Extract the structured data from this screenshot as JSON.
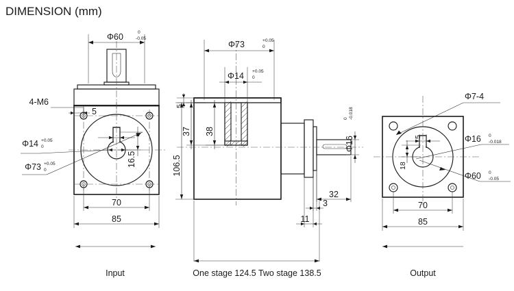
{
  "page": {
    "title": "DIMENSION (mm)",
    "background": "#ffffff",
    "line_color": "#1a1a1a"
  },
  "views": {
    "input": {
      "caption": "Input",
      "labels": {
        "shaft_dia": "Φ60",
        "shaft_dia_tol_up": "0",
        "shaft_dia_tol_low": "-0.05",
        "bolts": "4-M6",
        "edge": "5",
        "bore": "Φ14",
        "bore_tol_up": "+0.05",
        "bore_tol_low": "0",
        "pilot": "Φ73",
        "pilot_tol_up": "+0.05",
        "pilot_tol_low": "0",
        "key_height": "16.5",
        "pcd": "70",
        "square": "85"
      }
    },
    "section": {
      "caption": "One stage 124.5 Two stage 138.5",
      "labels": {
        "pilot": "Φ73",
        "pilot_tol_up": "+0.05",
        "pilot_tol_low": "0",
        "bore": "Φ14",
        "bore_tol_up": "+0.05",
        "bore_tol_low": "0",
        "flange_thk": "5",
        "depth_37": "37",
        "depth_38": "38",
        "height_106_5": "106.5",
        "shaft_dia": "Φ16",
        "shaft_dia_tol_up": "0",
        "shaft_dia_tol_low": "-0.018",
        "shaft_len": "32",
        "step_3": "3",
        "step_11": "11"
      }
    },
    "output": {
      "caption": "Output",
      "labels": {
        "holes": "Φ7-4",
        "shaft": "Φ16",
        "shaft_tol_up": "0",
        "shaft_tol_low": "-0.018",
        "pilot": "Φ60",
        "pilot_tol_up": "0",
        "pilot_tol_low": "-0.05",
        "key_width": "5",
        "key_height": "18",
        "pcd": "70",
        "square": "85"
      }
    }
  }
}
